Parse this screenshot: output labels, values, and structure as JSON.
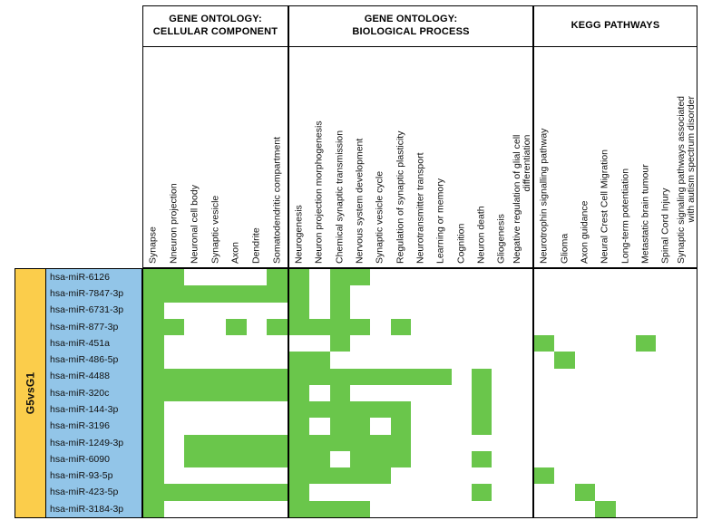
{
  "figure": {
    "comparison_label": "G5vsG1",
    "cell_on_color": "#6ac64b",
    "row_band_color": "#92c5e8",
    "group_band_color": "#f7c948"
  },
  "sections": [
    {
      "id": "cellular_component",
      "title": "GENE ONTOLOGY:\nCELLULAR COMPONENT",
      "title_line1": "GENE ONTOLOGY:",
      "title_line2": "CELLULAR COMPONENT",
      "columns": [
        "Synapse",
        "Nneuron projection",
        "Neuronal cell body",
        "Synaptic vesicle",
        "Axon",
        "Dendrite",
        "Somatodendritic compartment"
      ]
    },
    {
      "id": "biological_process",
      "title": "GENE ONTOLOGY:\nBIOLOGICAL PROCESS",
      "title_line1": "GENE ONTOLOGY:",
      "title_line2": "BIOLOGICAL PROCESS",
      "columns": [
        "Neurogenesis",
        "Neuron projection morphogenesis",
        "Chemical synaptic transmission",
        "Nervous system development",
        "Synaptic vesicle cycle",
        "Regulation of synaptic plasticity",
        "Neurotransmitter transport",
        "Learning or memory",
        "Cognition",
        "Neuron death",
        "Gliogenesis",
        "Negative regulation of glial cell\ndifferentiation"
      ]
    },
    {
      "id": "kegg_pathways",
      "title": "KEGG PATHWAYS",
      "title_line1": "KEGG PATHWAYS",
      "title_line2": "",
      "columns": [
        "Neurotrophin signalling pathway",
        "Glioma",
        "Axon guidance",
        "Neural Crest Cell Migration",
        "Long-term potentiation",
        "Metastatic brain tumour",
        "Spinal Cord Injury",
        "Synaptic signaling pathways associated\nwith autism spectrum disorder"
      ]
    }
  ],
  "rows": [
    "hsa-miR-6126",
    "hsa-miR-7847-3p",
    "hsa-miR-6731-3p",
    "hsa-miR-877-3p",
    "hsa-miR-451a",
    "hsa-miR-486-5p",
    "hsa-miR-4488",
    "hsa-miR-320c",
    "hsa-miR-144-3p",
    "hsa-miR-3196",
    "hsa-miR-1249-3p",
    "hsa-miR-6090",
    "hsa-miR-93-5p",
    "hsa-miR-423-5p",
    "hsa-miR-3184-3p"
  ],
  "chart_data": {
    "type": "heatmap",
    "title": "",
    "xlabel": "",
    "ylabel": "G5vsG1",
    "legend": [],
    "value_meaning": {
      "1": "enriched / associated",
      "0": "not enriched"
    },
    "row_labels": [
      "hsa-miR-6126",
      "hsa-miR-7847-3p",
      "hsa-miR-6731-3p",
      "hsa-miR-877-3p",
      "hsa-miR-451a",
      "hsa-miR-486-5p",
      "hsa-miR-4488",
      "hsa-miR-320c",
      "hsa-miR-144-3p",
      "hsa-miR-3196",
      "hsa-miR-1249-3p",
      "hsa-miR-6090",
      "hsa-miR-93-5p",
      "hsa-miR-423-5p",
      "hsa-miR-3184-3p"
    ],
    "matrices": {
      "cellular_component": [
        [
          1,
          1,
          0,
          0,
          0,
          0,
          1
        ],
        [
          1,
          1,
          1,
          1,
          1,
          1,
          1
        ],
        [
          1,
          0,
          0,
          0,
          0,
          0,
          0
        ],
        [
          1,
          1,
          0,
          0,
          1,
          0,
          1
        ],
        [
          1,
          0,
          0,
          0,
          0,
          0,
          0
        ],
        [
          1,
          0,
          0,
          0,
          0,
          0,
          0
        ],
        [
          1,
          1,
          1,
          1,
          1,
          1,
          1
        ],
        [
          1,
          1,
          1,
          1,
          1,
          1,
          1
        ],
        [
          1,
          0,
          0,
          0,
          0,
          0,
          0
        ],
        [
          1,
          0,
          0,
          0,
          0,
          0,
          0
        ],
        [
          1,
          0,
          1,
          1,
          1,
          1,
          1
        ],
        [
          1,
          0,
          1,
          1,
          1,
          1,
          1
        ],
        [
          1,
          0,
          0,
          0,
          0,
          0,
          0
        ],
        [
          1,
          1,
          1,
          1,
          1,
          1,
          1
        ],
        [
          1,
          0,
          0,
          0,
          0,
          0,
          0
        ]
      ],
      "biological_process": [
        [
          1,
          0,
          1,
          1,
          0,
          0,
          0,
          0,
          0,
          0,
          0,
          0
        ],
        [
          1,
          0,
          1,
          0,
          0,
          0,
          0,
          0,
          0,
          0,
          0,
          0
        ],
        [
          1,
          0,
          1,
          0,
          0,
          0,
          0,
          0,
          0,
          0,
          0,
          0
        ],
        [
          1,
          1,
          1,
          1,
          0,
          1,
          0,
          0,
          0,
          0,
          0,
          0
        ],
        [
          0,
          0,
          1,
          0,
          0,
          0,
          0,
          0,
          0,
          0,
          0,
          0
        ],
        [
          1,
          1,
          0,
          0,
          0,
          0,
          0,
          0,
          0,
          0,
          0,
          0
        ],
        [
          1,
          1,
          1,
          1,
          1,
          1,
          1,
          1,
          0,
          1,
          0,
          0
        ],
        [
          1,
          0,
          1,
          0,
          0,
          0,
          0,
          0,
          0,
          1,
          0,
          0
        ],
        [
          1,
          1,
          1,
          1,
          1,
          1,
          0,
          0,
          0,
          1,
          0,
          0
        ],
        [
          1,
          0,
          1,
          1,
          0,
          1,
          0,
          0,
          0,
          1,
          0,
          0
        ],
        [
          1,
          1,
          1,
          1,
          1,
          1,
          0,
          0,
          0,
          0,
          0,
          0
        ],
        [
          1,
          1,
          0,
          1,
          1,
          1,
          0,
          0,
          0,
          1,
          0,
          0
        ],
        [
          1,
          1,
          1,
          1,
          1,
          0,
          0,
          0,
          0,
          0,
          0,
          0
        ],
        [
          1,
          0,
          0,
          0,
          0,
          0,
          0,
          0,
          0,
          1,
          0,
          0
        ],
        [
          1,
          1,
          1,
          1,
          0,
          0,
          0,
          0,
          0,
          0,
          0,
          0
        ]
      ],
      "kegg_pathways": [
        [
          0,
          0,
          0,
          0,
          0,
          0,
          0,
          0
        ],
        [
          0,
          0,
          0,
          0,
          0,
          0,
          0,
          0
        ],
        [
          0,
          0,
          0,
          0,
          0,
          0,
          0,
          0
        ],
        [
          0,
          0,
          0,
          0,
          0,
          0,
          0,
          0
        ],
        [
          1,
          0,
          0,
          0,
          0,
          1,
          0,
          0
        ],
        [
          0,
          1,
          0,
          0,
          0,
          0,
          0,
          0
        ],
        [
          0,
          0,
          0,
          0,
          0,
          0,
          0,
          0
        ],
        [
          0,
          0,
          0,
          0,
          0,
          0,
          0,
          0
        ],
        [
          0,
          0,
          0,
          0,
          0,
          0,
          0,
          0
        ],
        [
          0,
          0,
          0,
          0,
          0,
          0,
          0,
          0
        ],
        [
          0,
          0,
          0,
          0,
          0,
          0,
          0,
          0
        ],
        [
          0,
          0,
          0,
          0,
          0,
          0,
          0,
          0
        ],
        [
          1,
          0,
          0,
          0,
          0,
          0,
          0,
          0
        ],
        [
          0,
          0,
          1,
          0,
          0,
          0,
          0,
          0
        ],
        [
          0,
          0,
          0,
          1,
          0,
          0,
          0,
          0
        ]
      ]
    }
  }
}
